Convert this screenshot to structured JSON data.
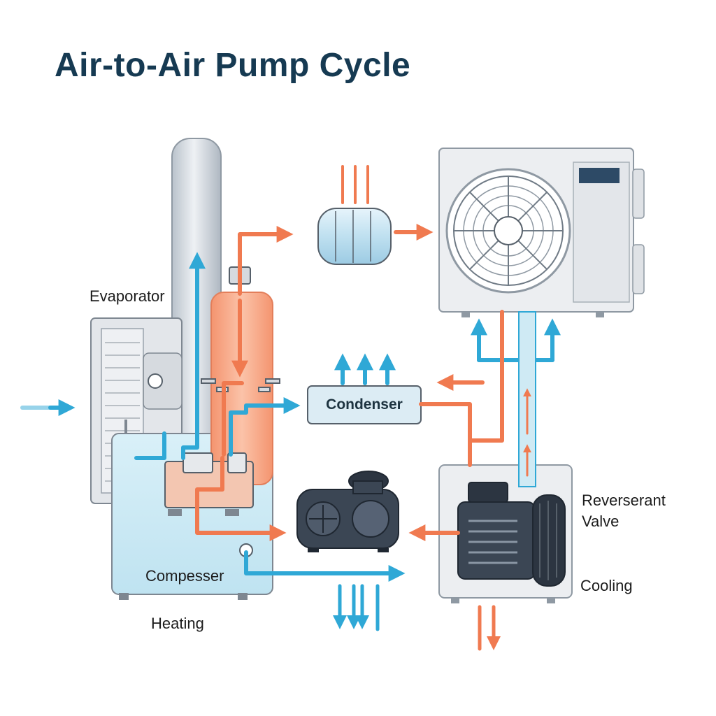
{
  "title": "Air-to-Air Pump Cycle",
  "labels": {
    "evaporator": "Evaporator",
    "condenser": "Condenser",
    "compressor": "Compesser",
    "heating": "Heating",
    "reversing_valve_line1": "Reverserant",
    "reversing_valve_line2": "Valve",
    "cooling": "Cooling"
  },
  "colors": {
    "hot": "#f07a50",
    "cold": "#2fa8d6",
    "metal": "#dfe2e6",
    "metal_stroke": "#7e8791",
    "liquid": "#cfeaf4",
    "tank": "#f7a98a",
    "motor": "#3b4654",
    "title": "#163a52"
  },
  "icons": [
    "fan-icon",
    "motor-icon",
    "filter-drum-icon",
    "arrow-icon"
  ]
}
